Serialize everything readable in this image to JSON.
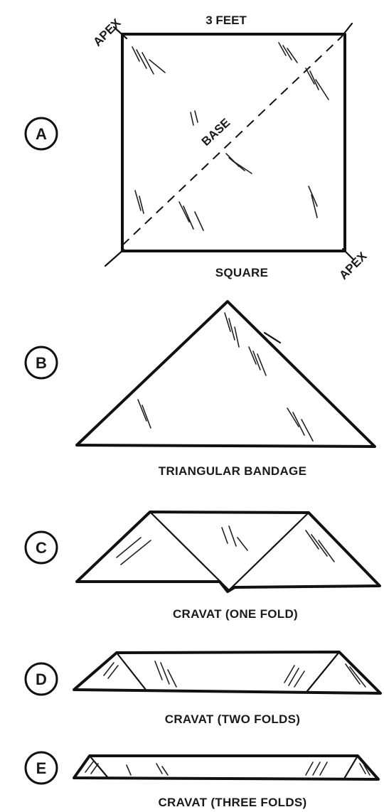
{
  "figures": [
    {
      "letter": "A",
      "caption": "SQUARE",
      "top_label": "3 FEET",
      "apex_label_1": "APEX",
      "apex_label_2": "APEX",
      "diagonal_label": "BASE"
    },
    {
      "letter": "B",
      "caption": "TRIANGULAR BANDAGE"
    },
    {
      "letter": "C",
      "caption": "CRAVAT (ONE FOLD)"
    },
    {
      "letter": "D",
      "caption": "CRAVAT (TWO FOLDS)"
    },
    {
      "letter": "E",
      "caption": "CRAVAT (THREE FOLDS)"
    }
  ]
}
